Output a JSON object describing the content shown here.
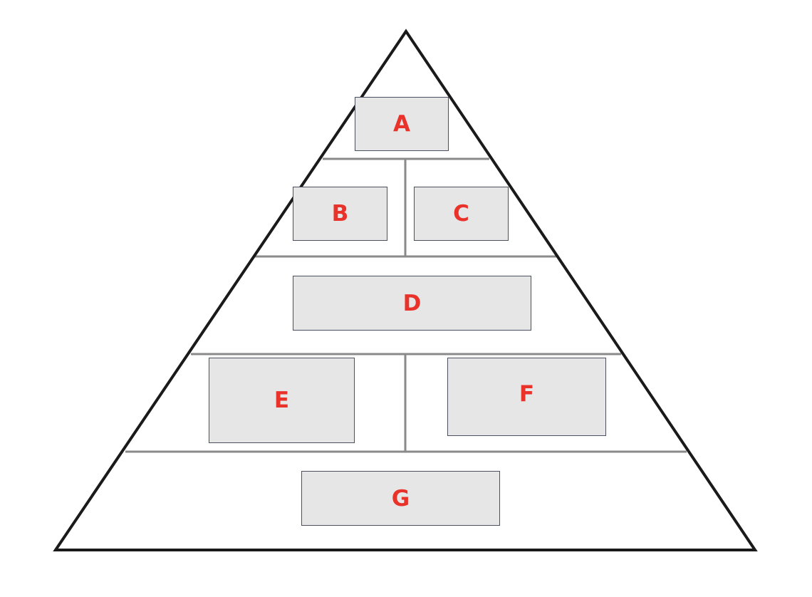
{
  "diagram": {
    "boxes": {
      "a": "A",
      "b": "B",
      "c": "C",
      "d": "D",
      "e": "E",
      "f": "F",
      "g": "G"
    },
    "colors": {
      "label": "#e8322a",
      "box_fill": "#e6e6e6",
      "box_border": "#4a5060",
      "outline": "#1a1a1a",
      "divider": "#8a8a8a"
    }
  }
}
